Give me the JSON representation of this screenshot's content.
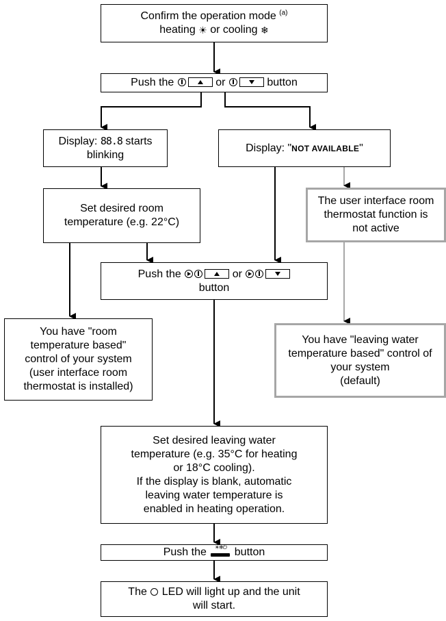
{
  "boxes": {
    "confirm_mode": {
      "line1": "Confirm the operation mode",
      "footnote": "(a)",
      "line2_a": "heating",
      "line2_b": "or cooling"
    },
    "push_temp": {
      "a": "Push the",
      "b": "or",
      "c": "button"
    },
    "display_blink": {
      "a": "Display:",
      "seg": "88.8",
      "b": "starts",
      "c": "blinking"
    },
    "display_na": {
      "a": "Display: \"",
      "code": "NOT AVAILABLE",
      "b": "\""
    },
    "set_room": {
      "line1": "Set desired room",
      "line2": "temperature (e.g. 22°C)"
    },
    "thermostat_inactive": {
      "line1": "The user interface room",
      "line2": "thermostat function is",
      "line3": "not active"
    },
    "push_play": {
      "a": "Push the",
      "b": "or",
      "c": "button"
    },
    "room_based": {
      "line1": "You have \"room",
      "line2": "temperature based\"",
      "line3": "control of your system",
      "line4": "(user interface room",
      "line5": "thermostat is installed)"
    },
    "water_based": {
      "line1": "You have \"leaving water",
      "line2": "temperature based\" control of",
      "line3": "your system",
      "line4": "(default)"
    },
    "set_water": {
      "line1": "Set desired leaving water",
      "line2": "temperature (e.g. 35°C for heating",
      "line3": "or 18°C cooling).",
      "line4": "If the display is blank, automatic",
      "line5": "leaving water temperature is",
      "line6": "enabled in heating operation."
    },
    "push_onoff": {
      "a": "Push the",
      "b": "button"
    },
    "led_start": {
      "a": "The",
      "b": "LED will light up and the unit",
      "c": "will start."
    }
  },
  "colors": {
    "line": "#000000",
    "gray_box": "#a6a6a6",
    "gray_line": "#a6a6a6"
  },
  "icons": [
    "sun-icon",
    "snowflake-icon",
    "thermometer-icon",
    "up-arrow-key-icon",
    "down-arrow-key-icon",
    "play-icon",
    "on-off-button-icon",
    "led-icon"
  ]
}
